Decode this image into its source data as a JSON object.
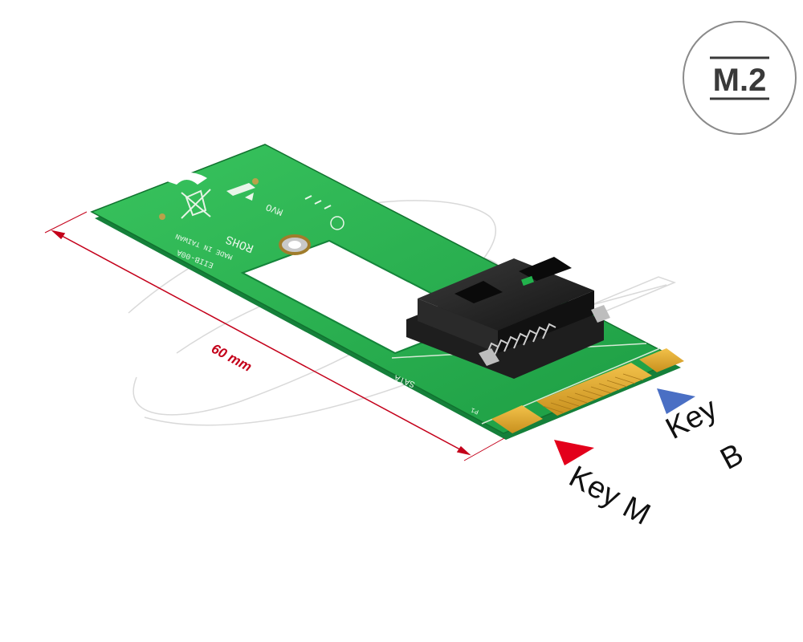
{
  "badge": {
    "label": "M.2"
  },
  "dimension": {
    "label": "60 mm"
  },
  "keys": {
    "m": {
      "word": "Key",
      "letter": "M",
      "color": "#e3001b"
    },
    "b": {
      "word": "Key",
      "letter": "B",
      "color": "#4a6fc4"
    }
  },
  "pcb": {
    "color": "#22b24c",
    "marking_part": "EIIB-00A",
    "marking_origin": "MADE IN TAIWAN",
    "marking_rohs": "ROHS",
    "marking_rev": "MVO",
    "marking_sata": "SATA",
    "marking_pin": "P1"
  }
}
